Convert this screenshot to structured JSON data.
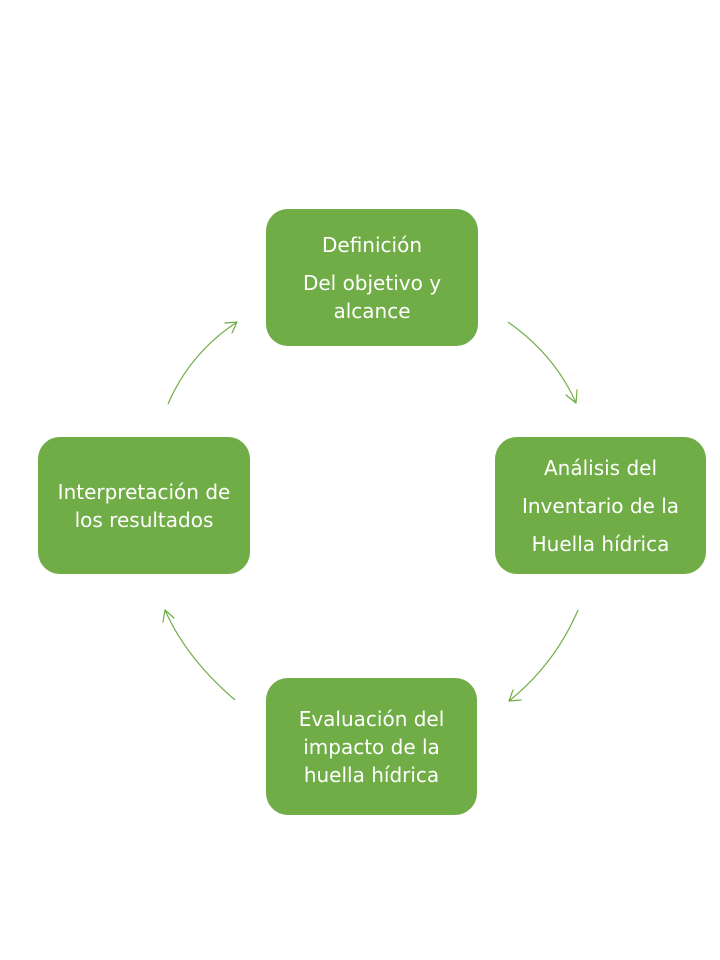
{
  "diagram": {
    "nodes": [
      {
        "id": "definicion",
        "lines": [
          "Definición",
          "Del objetivo y",
          "alcance"
        ]
      },
      {
        "id": "analisis",
        "lines": [
          "Análisis del",
          "Inventario de la",
          "Huella hídrica"
        ]
      },
      {
        "id": "evaluacion",
        "lines": [
          "Evaluación del",
          "impacto de la",
          "huella hídrica"
        ]
      },
      {
        "id": "interpretacion",
        "lines": [
          "Interpretación de",
          "los resultados"
        ]
      }
    ],
    "colors": {
      "node_fill": "#70ad47",
      "node_text": "#ffffff",
      "arrow": "#70ad47"
    }
  }
}
